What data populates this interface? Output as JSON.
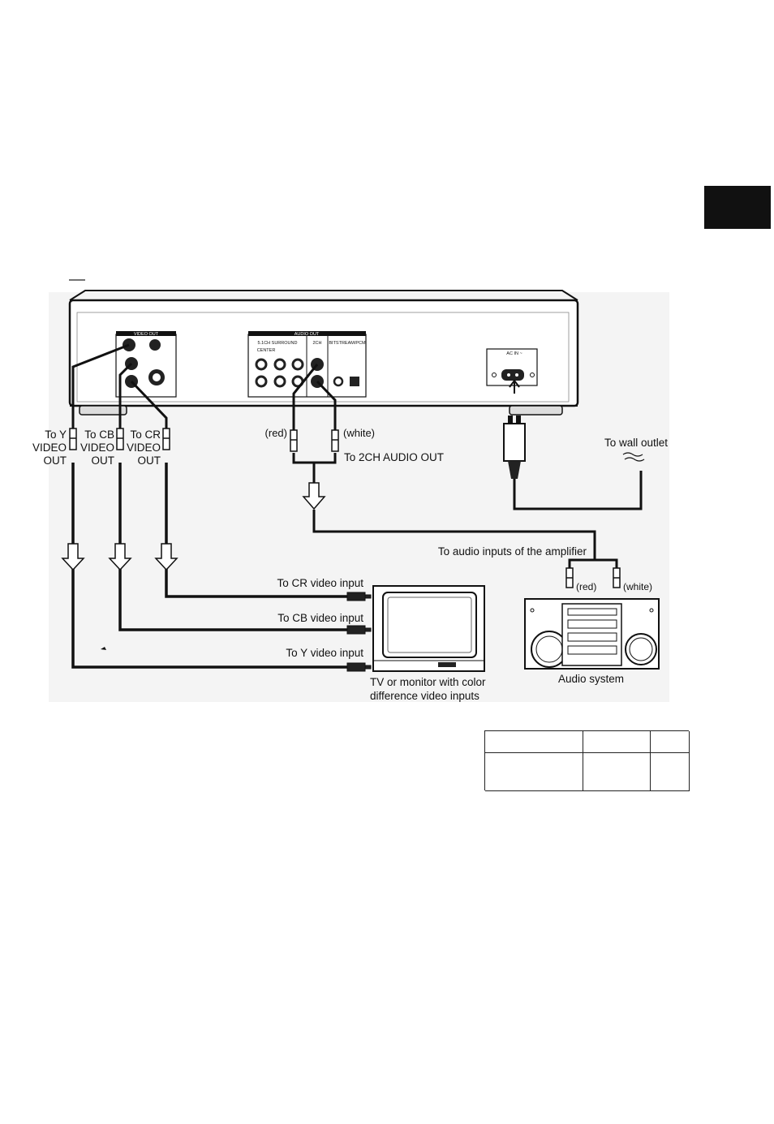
{
  "player_panel": {
    "video_out": "VIDEO OUT",
    "audio_out": "AUDIO OUT",
    "surround": "5.1CH SURROUND",
    "two_ch": "2CH",
    "bitstream": "BITSTREAM/PCM",
    "center": "CENTER",
    "ac_in": "AC IN ~"
  },
  "video_labels": {
    "y_line1": "To Y",
    "y_line2": "VIDEO",
    "y_line3": "OUT",
    "cb_line1": "To CB",
    "cb_line2": "VIDEO",
    "cb_line3": "OUT",
    "cr_line1": "To CR",
    "cr_line2": "VIDEO",
    "cr_line3": "OUT"
  },
  "audio_labels": {
    "red": "(red)",
    "white": "(white)",
    "to_2ch": "To 2CH AUDIO OUT",
    "to_amp": "To audio inputs of the amplifier",
    "amp_red": "(red)",
    "amp_white": "(white)"
  },
  "power": {
    "wall_outlet": "To wall outlet"
  },
  "tv_inputs": {
    "cr_input": "To CR video input",
    "cb_input": "To CB video input",
    "y_input": "To Y video input"
  },
  "captions": {
    "tv_line1": "TV or monitor with color",
    "tv_line2": "difference video inputs",
    "audio_system": "Audio system"
  }
}
